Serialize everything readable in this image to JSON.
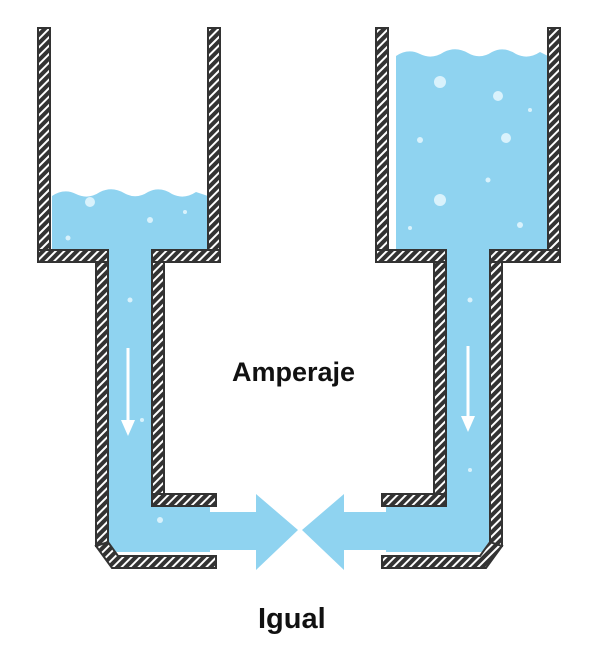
{
  "labels": {
    "center": "Amperaje",
    "bottom": "Igual"
  },
  "colors": {
    "water": "#8fd3f0",
    "water_light": "#bfe8f8",
    "bubble": "#d9f2fc",
    "wall": "#333333",
    "hatch": "#ffffff",
    "arrow": "#ffffff",
    "background": "#ffffff"
  },
  "containers": [
    {
      "name": "left",
      "water_level": "low",
      "flow": "down-right"
    },
    {
      "name": "right",
      "water_level": "high",
      "flow": "down-left"
    }
  ]
}
